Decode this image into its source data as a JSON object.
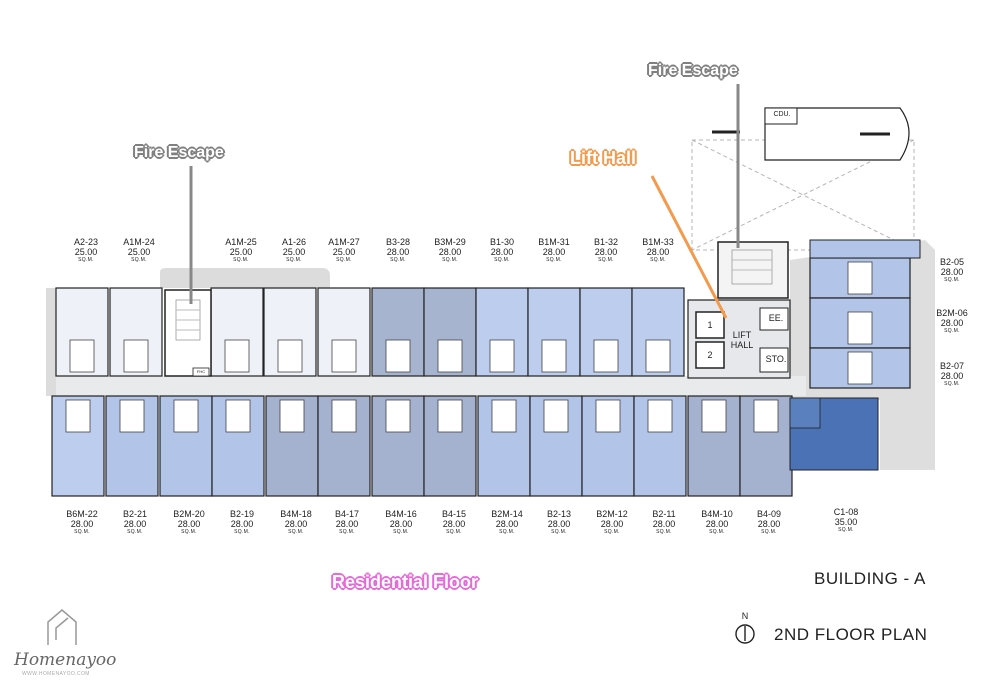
{
  "callouts": {
    "fire_escape_right": "Fire Escape",
    "fire_escape_left": "Fire Escape",
    "lift_hall": "Lift Hall",
    "residential_floor": "Residential Floor"
  },
  "room_labels": {
    "lift_1": "1",
    "lift_2": "2",
    "lift_hall": "LIFT\nHALL",
    "ee": "EE.",
    "sto": "STO.",
    "cdu": "CDU.",
    "fhc": "FHC"
  },
  "top_units": [
    {
      "code": "A2-23",
      "area": "25.00",
      "unit": "SQ.M.",
      "color": "#eef1f8"
    },
    {
      "code": "A1M-24",
      "area": "25.00",
      "unit": "SQ.M.",
      "color": "#eef1f8"
    },
    {
      "code": "A1M-25",
      "area": "25.00",
      "unit": "SQ.M.",
      "color": "#eef1f8"
    },
    {
      "code": "A1-26",
      "area": "25.00",
      "unit": "SQ.M.",
      "color": "#eef1f8"
    },
    {
      "code": "A1M-27",
      "area": "25.00",
      "unit": "SQ.M.",
      "color": "#eef1f8"
    },
    {
      "code": "B3-28",
      "area": "28.00",
      "unit": "SQ.M.",
      "color": "#a7b4d0"
    },
    {
      "code": "B3M-29",
      "area": "28.00",
      "unit": "SQ.M.",
      "color": "#a7b4d0"
    },
    {
      "code": "B1-30",
      "area": "28.00",
      "unit": "SQ.M.",
      "color": "#bccdee"
    },
    {
      "code": "B1M-31",
      "area": "28.00",
      "unit": "SQ.M.",
      "color": "#bccdee"
    },
    {
      "code": "B1-32",
      "area": "28.00",
      "unit": "SQ.M.",
      "color": "#bccdee"
    },
    {
      "code": "B1M-33",
      "area": "28.00",
      "unit": "SQ.M.",
      "color": "#bccdee"
    }
  ],
  "right_units": [
    {
      "code": "B2-05",
      "area": "28.00",
      "unit": "SQ.M.",
      "color": "#b2c4e8"
    },
    {
      "code": "B2M-06",
      "area": "28.00",
      "unit": "SQ.M.",
      "color": "#b2c4e8"
    },
    {
      "code": "B2-07",
      "area": "28.00",
      "unit": "SQ.M.",
      "color": "#b2c4e8"
    }
  ],
  "bottom_units": [
    {
      "code": "B6M-22",
      "area": "28.00",
      "unit": "SQ.M.",
      "color": "#bccdee"
    },
    {
      "code": "B2-21",
      "area": "28.00",
      "unit": "SQ.M.",
      "color": "#b2c4e8"
    },
    {
      "code": "B2M-20",
      "area": "28.00",
      "unit": "SQ.M.",
      "color": "#b2c4e8"
    },
    {
      "code": "B2-19",
      "area": "28.00",
      "unit": "SQ.M.",
      "color": "#b2c4e8"
    },
    {
      "code": "B4M-18",
      "area": "28.00",
      "unit": "SQ.M.",
      "color": "#a4b2d0"
    },
    {
      "code": "B4-17",
      "area": "28.00",
      "unit": "SQ.M.",
      "color": "#a4b2d0"
    },
    {
      "code": "B4M-16",
      "area": "28.00",
      "unit": "SQ.M.",
      "color": "#a4b2d0"
    },
    {
      "code": "B4-15",
      "area": "28.00",
      "unit": "SQ.M.",
      "color": "#a4b2d0"
    },
    {
      "code": "B2M-14",
      "area": "28.00",
      "unit": "SQ.M.",
      "color": "#b2c4e8"
    },
    {
      "code": "B2-13",
      "area": "28.00",
      "unit": "SQ.M.",
      "color": "#b2c4e8"
    },
    {
      "code": "B2M-12",
      "area": "28.00",
      "unit": "SQ.M.",
      "color": "#b2c4e8"
    },
    {
      "code": "B2-11",
      "area": "28.00",
      "unit": "SQ.M.",
      "color": "#b2c4e8"
    },
    {
      "code": "B4M-10",
      "area": "28.00",
      "unit": "SQ.M.",
      "color": "#a4b2d0"
    },
    {
      "code": "B4-09",
      "area": "28.00",
      "unit": "SQ.M.",
      "color": "#a4b2d0"
    }
  ],
  "corner_unit": {
    "code": "C1-08",
    "area": "35.00",
    "unit": "SQ.M.",
    "color": "#4a72b5"
  },
  "building": "BUILDING - A",
  "floor_plan_title": "2ND FLOOR PLAN",
  "north_label": "N",
  "logo": {
    "word": "Homenayoo",
    "url": "WWW.HOMENAYOO.COM"
  }
}
